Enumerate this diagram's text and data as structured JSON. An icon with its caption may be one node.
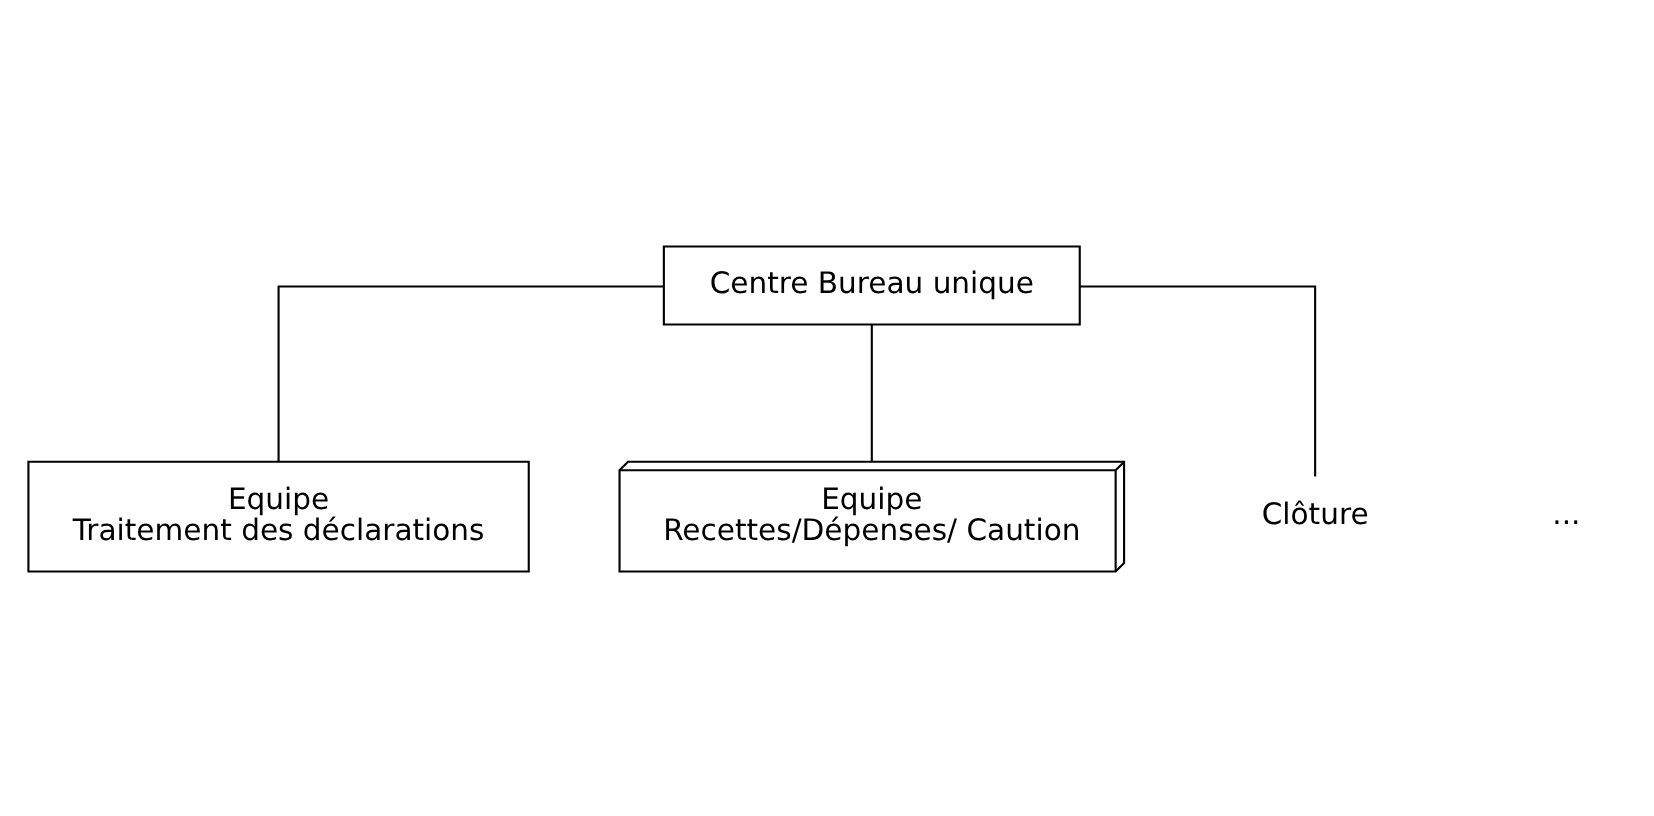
{
  "diagram": {
    "nodes": [
      {
        "text": [
          "Centre Bureau unique"
        ]
      },
      {
        "text": [
          "Equipe",
          "Traitement des déclarations"
        ]
      },
      {
        "text": [
          "Equipe",
          "Recettes/Dépenses/ Caution"
        ]
      },
      {
        "text": [
          "Clôture"
        ]
      }
    ],
    "edges": [
      {
        "from": 0,
        "to": 1,
        "arrow": "none"
      },
      {
        "from": 0,
        "to": 2,
        "arrow": "none"
      },
      {
        "from": 0,
        "to": 3,
        "arrow": "none"
      }
    ],
    "labels": [
      "..."
    ]
  }
}
